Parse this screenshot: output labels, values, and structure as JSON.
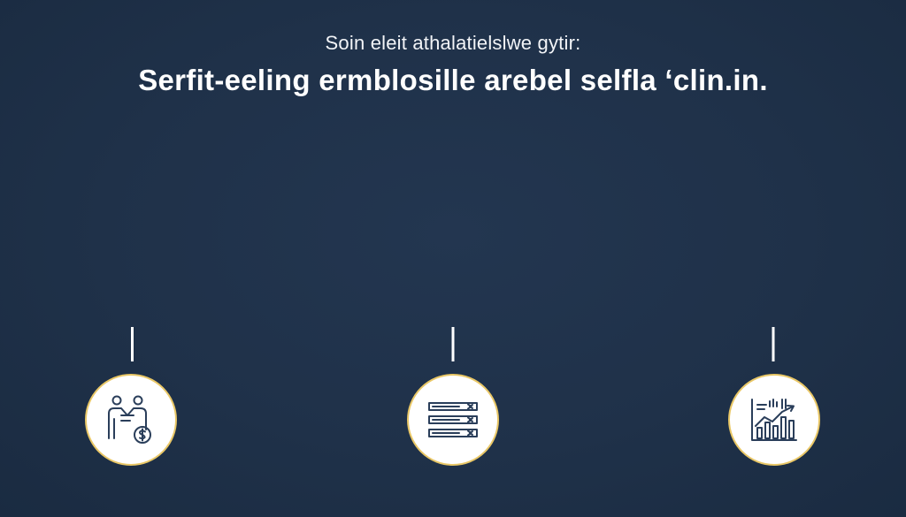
{
  "header": {
    "subtitle": "Soin eleit athalatielslwe gytir:",
    "title": "Serfit-eeling ermblosille arebel selfla ‘clin.in."
  },
  "diagram": {
    "colors": {
      "background": "#1f3149",
      "connector": "#ffffff",
      "node_fill": "#ffffff",
      "node_border": "#e9c766",
      "icon_stroke": "#2a3e5a"
    },
    "nodes": [
      {
        "id": "left",
        "icon": "handshake-dollar-icon"
      },
      {
        "id": "center",
        "icon": "list-checklist-icon"
      },
      {
        "id": "right",
        "icon": "growth-chart-icon"
      }
    ]
  }
}
